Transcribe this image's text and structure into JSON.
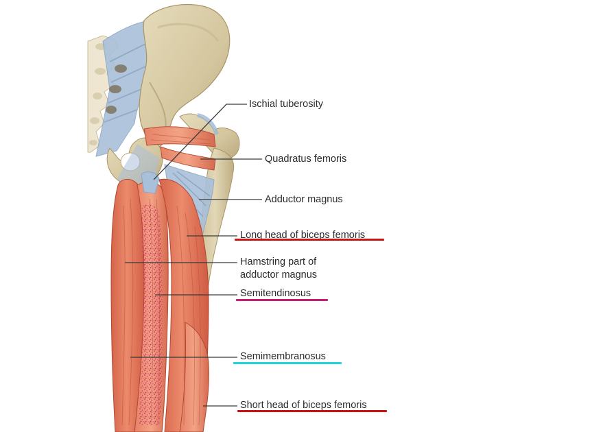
{
  "labels": {
    "ischial_tuberosity": "Ischial tuberosity",
    "quadratus_femoris": "Quadratus femoris",
    "adductor_magnus": "Adductor magnus",
    "long_head_biceps_femoris": "Long head of biceps femoris",
    "hamstring_part_line1": "Hamstring part of",
    "hamstring_part_line2": "adductor magnus",
    "semitendinosus": "Semitendinosus",
    "semimembranosus": "Semimembranosus",
    "short_head_biceps_femoris": "Short head of biceps femoris"
  },
  "highlight_colors": {
    "long_head_biceps_femoris": "#cc1111",
    "semitendinosus": "#cc1a7a",
    "semimembranosus": "#22d4dc",
    "short_head_biceps_femoris": "#cc1111",
    "semitendinosus_stipple": "#c2186b"
  },
  "tissue_colors": {
    "bone": "#d8ccaa",
    "bone_shadow": "#b8a980",
    "ligament": "#9fb8d4",
    "muscle": "#e0765a",
    "muscle_dark": "#c2553e",
    "muscle_light": "#ef9a80"
  }
}
